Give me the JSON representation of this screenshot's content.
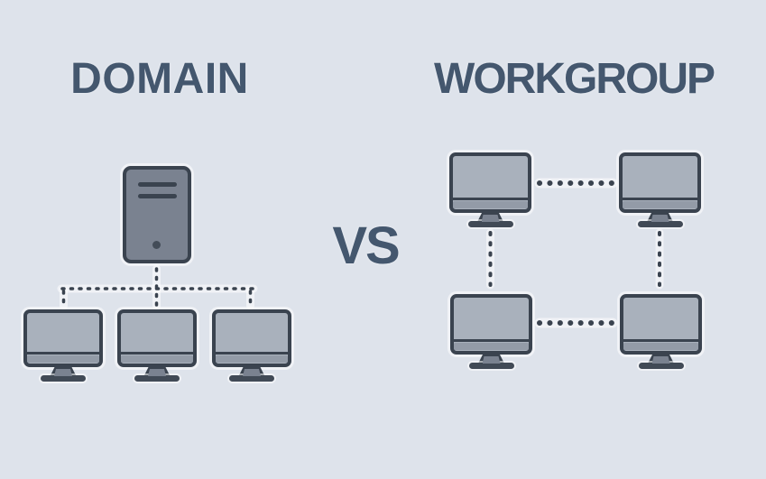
{
  "diagram": {
    "left": {
      "title": "DOMAIN",
      "server_icon": "server-tower-icon",
      "client_computer_count": 3
    },
    "versus": "VS",
    "right": {
      "title": "WORKGROUP",
      "peer_computer_count": 4
    }
  },
  "colors": {
    "background": "#dee3eb",
    "outline": "#3a434f",
    "text": "#44576e",
    "screen_fill": "#a9b1bc",
    "chin_fill": "#939ba7",
    "tower_fill": "#7a8290",
    "stand_fill": "#7a8290",
    "base_fill": "#414a56",
    "halo": "rgba(255,255,255,0.55)"
  }
}
